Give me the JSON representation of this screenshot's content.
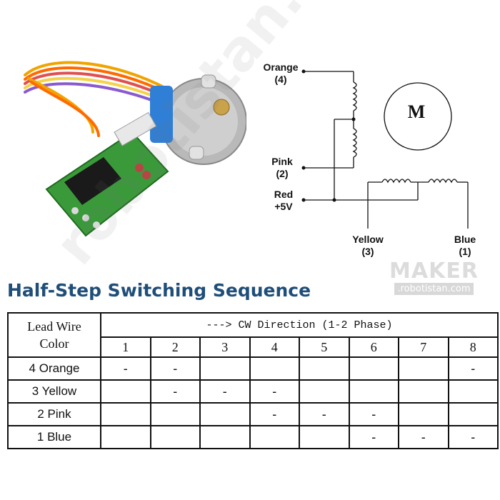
{
  "diagram": {
    "labels": {
      "orange_name": "Orange",
      "orange_num": "(4)",
      "pink_name": "Pink",
      "pink_num": "(2)",
      "red_name": "Red",
      "red_num": "+5V",
      "yellow_name": "Yellow",
      "yellow_num": "(3)",
      "blue_name": "Blue",
      "blue_num": "(1)",
      "motor": "M"
    }
  },
  "watermark": {
    "site": "robotistan.com",
    "maker": "MAKER",
    "maker_site": ".robotistan.com"
  },
  "title": "Half-Step Switching Sequence",
  "table": {
    "header_line1": "Lead Wire",
    "header_line2": "Color",
    "direction": "---> CW Direction (1-2 Phase)",
    "steps": [
      "1",
      "2",
      "3",
      "4",
      "5",
      "6",
      "7",
      "8"
    ],
    "rows": [
      {
        "label": "4 Orange",
        "cells": [
          "-",
          "-",
          "",
          "",
          "",
          "",
          "",
          "-"
        ]
      },
      {
        "label": "3 Yellow",
        "cells": [
          "",
          "-",
          "-",
          "-",
          "",
          "",
          "",
          ""
        ]
      },
      {
        "label": "2 Pink",
        "cells": [
          "",
          "",
          "",
          "-",
          "-",
          "-",
          "",
          ""
        ]
      },
      {
        "label": "1 Blue",
        "cells": [
          "",
          "",
          "",
          "",
          "",
          "-",
          "-",
          "-"
        ]
      }
    ]
  }
}
